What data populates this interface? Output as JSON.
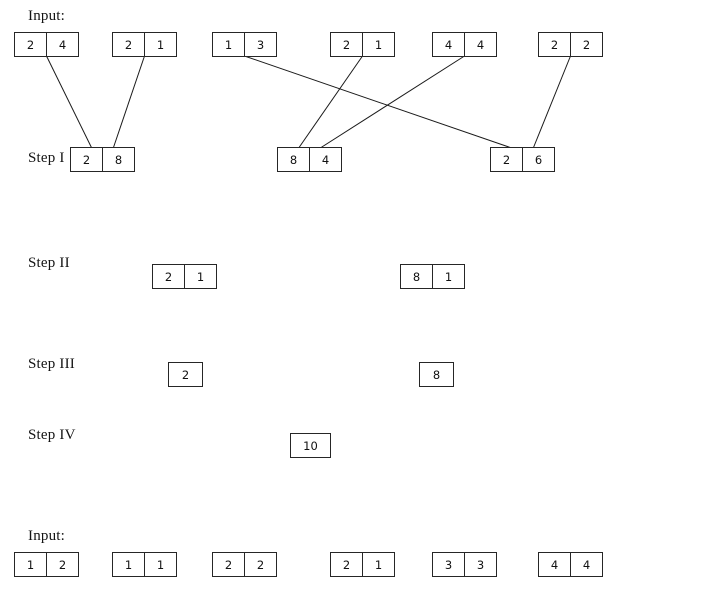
{
  "labels": {
    "input_top": "Input:",
    "step1": "Step I",
    "step2": "Step II",
    "step3": "Step III",
    "step4": "Step IV",
    "input_bottom": "Input:"
  },
  "top_row": {
    "boxes": [
      {
        "cells": [
          "2",
          "4"
        ]
      },
      {
        "cells": [
          "2",
          "1"
        ]
      },
      {
        "cells": [
          "1",
          "3"
        ]
      },
      {
        "cells": [
          "2",
          "1"
        ]
      },
      {
        "cells": [
          "4",
          "4"
        ]
      },
      {
        "cells": [
          "2",
          "2"
        ]
      }
    ]
  },
  "step1_row": {
    "boxes": [
      {
        "cells": [
          "2",
          "8"
        ]
      },
      {
        "cells": [
          "8",
          "4"
        ]
      },
      {
        "cells": [
          "2",
          "6"
        ]
      }
    ]
  },
  "step2_row": {
    "boxes": [
      {
        "cells": [
          "2",
          "1"
        ]
      },
      {
        "cells": [
          "8",
          "1"
        ]
      }
    ]
  },
  "step3_row": {
    "boxes": [
      {
        "cells": [
          "2"
        ]
      },
      {
        "cells": [
          "8"
        ]
      }
    ]
  },
  "step4_row": {
    "boxes": [
      {
        "cells": [
          "10"
        ]
      }
    ]
  },
  "bottom_row": {
    "boxes": [
      {
        "cells": [
          "1",
          "2"
        ]
      },
      {
        "cells": [
          "1",
          "1"
        ]
      },
      {
        "cells": [
          "2",
          "2"
        ]
      },
      {
        "cells": [
          "2",
          "1"
        ]
      },
      {
        "cells": [
          "3",
          "3"
        ]
      },
      {
        "cells": [
          "4",
          "4"
        ]
      }
    ]
  },
  "edges": [
    {
      "from": "top-0",
      "to": "step1-0"
    },
    {
      "from": "top-1",
      "to": "step1-0"
    },
    {
      "from": "top-3",
      "to": "step1-1"
    },
    {
      "from": "top-4",
      "to": "step1-1"
    },
    {
      "from": "top-2",
      "to": "step1-2"
    },
    {
      "from": "top-5",
      "to": "step1-2"
    }
  ],
  "colors": {
    "line": "#1a1a1a",
    "border": "#262626"
  }
}
